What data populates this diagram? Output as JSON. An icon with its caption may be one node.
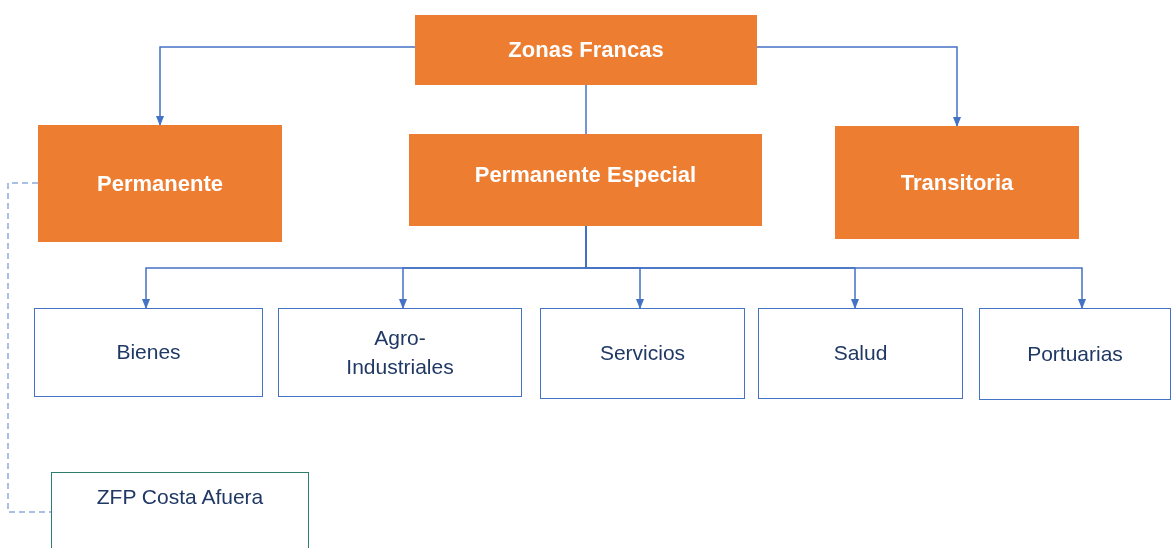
{
  "diagram": {
    "nodes": [
      {
        "text": [
          "Zonas Francas"
        ]
      },
      {
        "text": [
          "Permanente"
        ]
      },
      {
        "text": [
          "Permanente Especial"
        ]
      },
      {
        "text": [
          "Transitoria"
        ]
      },
      {
        "text": [
          "Bienes"
        ]
      },
      {
        "text": [
          "Agro- Industriales"
        ]
      },
      {
        "text": [
          "Servicios"
        ]
      },
      {
        "text": [
          "Salud"
        ]
      },
      {
        "text": [
          "Portuarias"
        ]
      },
      {
        "text": [
          "ZFP Costa Afuera"
        ]
      }
    ],
    "edges": [
      {
        "from": 0,
        "to": 1,
        "arrow": "to"
      },
      {
        "from": 0,
        "to": 2,
        "arrow": "none"
      },
      {
        "from": 0,
        "to": 3,
        "arrow": "to"
      },
      {
        "from": 2,
        "to": 4,
        "arrow": "to"
      },
      {
        "from": 2,
        "to": 5,
        "arrow": "to"
      },
      {
        "from": 2,
        "to": 6,
        "arrow": "to"
      },
      {
        "from": 2,
        "to": 7,
        "arrow": "to"
      },
      {
        "from": 2,
        "to": 8,
        "arrow": "to"
      },
      {
        "from": 1,
        "to": 9,
        "arrow": "none",
        "style": "dashed",
        "color": "#8faadc"
      }
    ]
  }
}
